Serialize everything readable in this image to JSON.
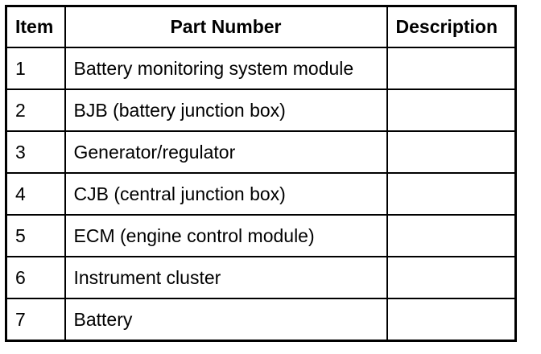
{
  "table": {
    "headers": {
      "item": "Item",
      "part_number": "Part Number",
      "description": "Description"
    },
    "rows": [
      {
        "item": "1",
        "part_number": "Battery monitoring system module",
        "description": ""
      },
      {
        "item": "2",
        "part_number": "BJB (battery junction box)",
        "description": ""
      },
      {
        "item": "3",
        "part_number": "Generator/regulator",
        "description": ""
      },
      {
        "item": "4",
        "part_number": "CJB (central junction box)",
        "description": ""
      },
      {
        "item": "5",
        "part_number": "ECM (engine control module)",
        "description": ""
      },
      {
        "item": "6",
        "part_number": "Instrument cluster",
        "description": ""
      },
      {
        "item": "7",
        "part_number": "Battery",
        "description": ""
      }
    ]
  }
}
